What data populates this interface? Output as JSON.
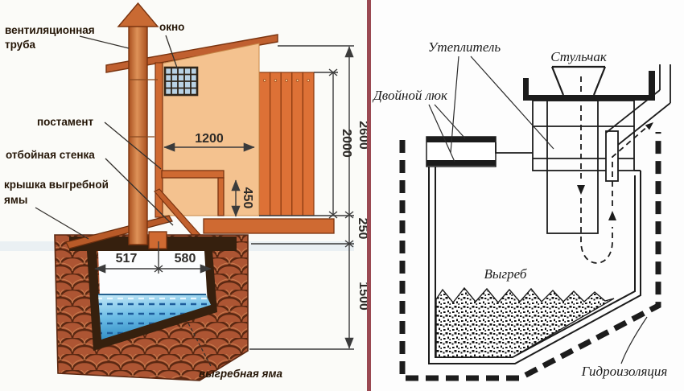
{
  "left": {
    "labels": {
      "vent_line1": "вентиляционная",
      "vent_line2": "труба",
      "window": "окно",
      "pedestal": "постамент",
      "baffle": "отбойная стенка",
      "cover_line1": "крышка выгребной",
      "cover_line2": "ямы",
      "pit": "выгребная яма"
    },
    "dims": {
      "d1200": "1200",
      "d450": "450",
      "d517": "517",
      "d580": "580",
      "d2600": "2600",
      "d2000": "2000",
      "d250": "250",
      "d1500": "1500"
    }
  },
  "right": {
    "labels": {
      "insulation": "Утеплитель",
      "seat": "Стульчак",
      "hatch": "Двойной люк",
      "cesspool": "Выгреб",
      "waterproofing": "Гидроизоляция"
    }
  },
  "colors": {
    "divider": "#9a4952",
    "wall_peach": "#f4c28f",
    "plank_orange": "#dd7136",
    "wood_dark": "#c06030",
    "soil_brick": "#ad5533",
    "lining_brown": "#36200e",
    "water_blue": "#4aa6d8",
    "ink": "#1c1c1c"
  }
}
